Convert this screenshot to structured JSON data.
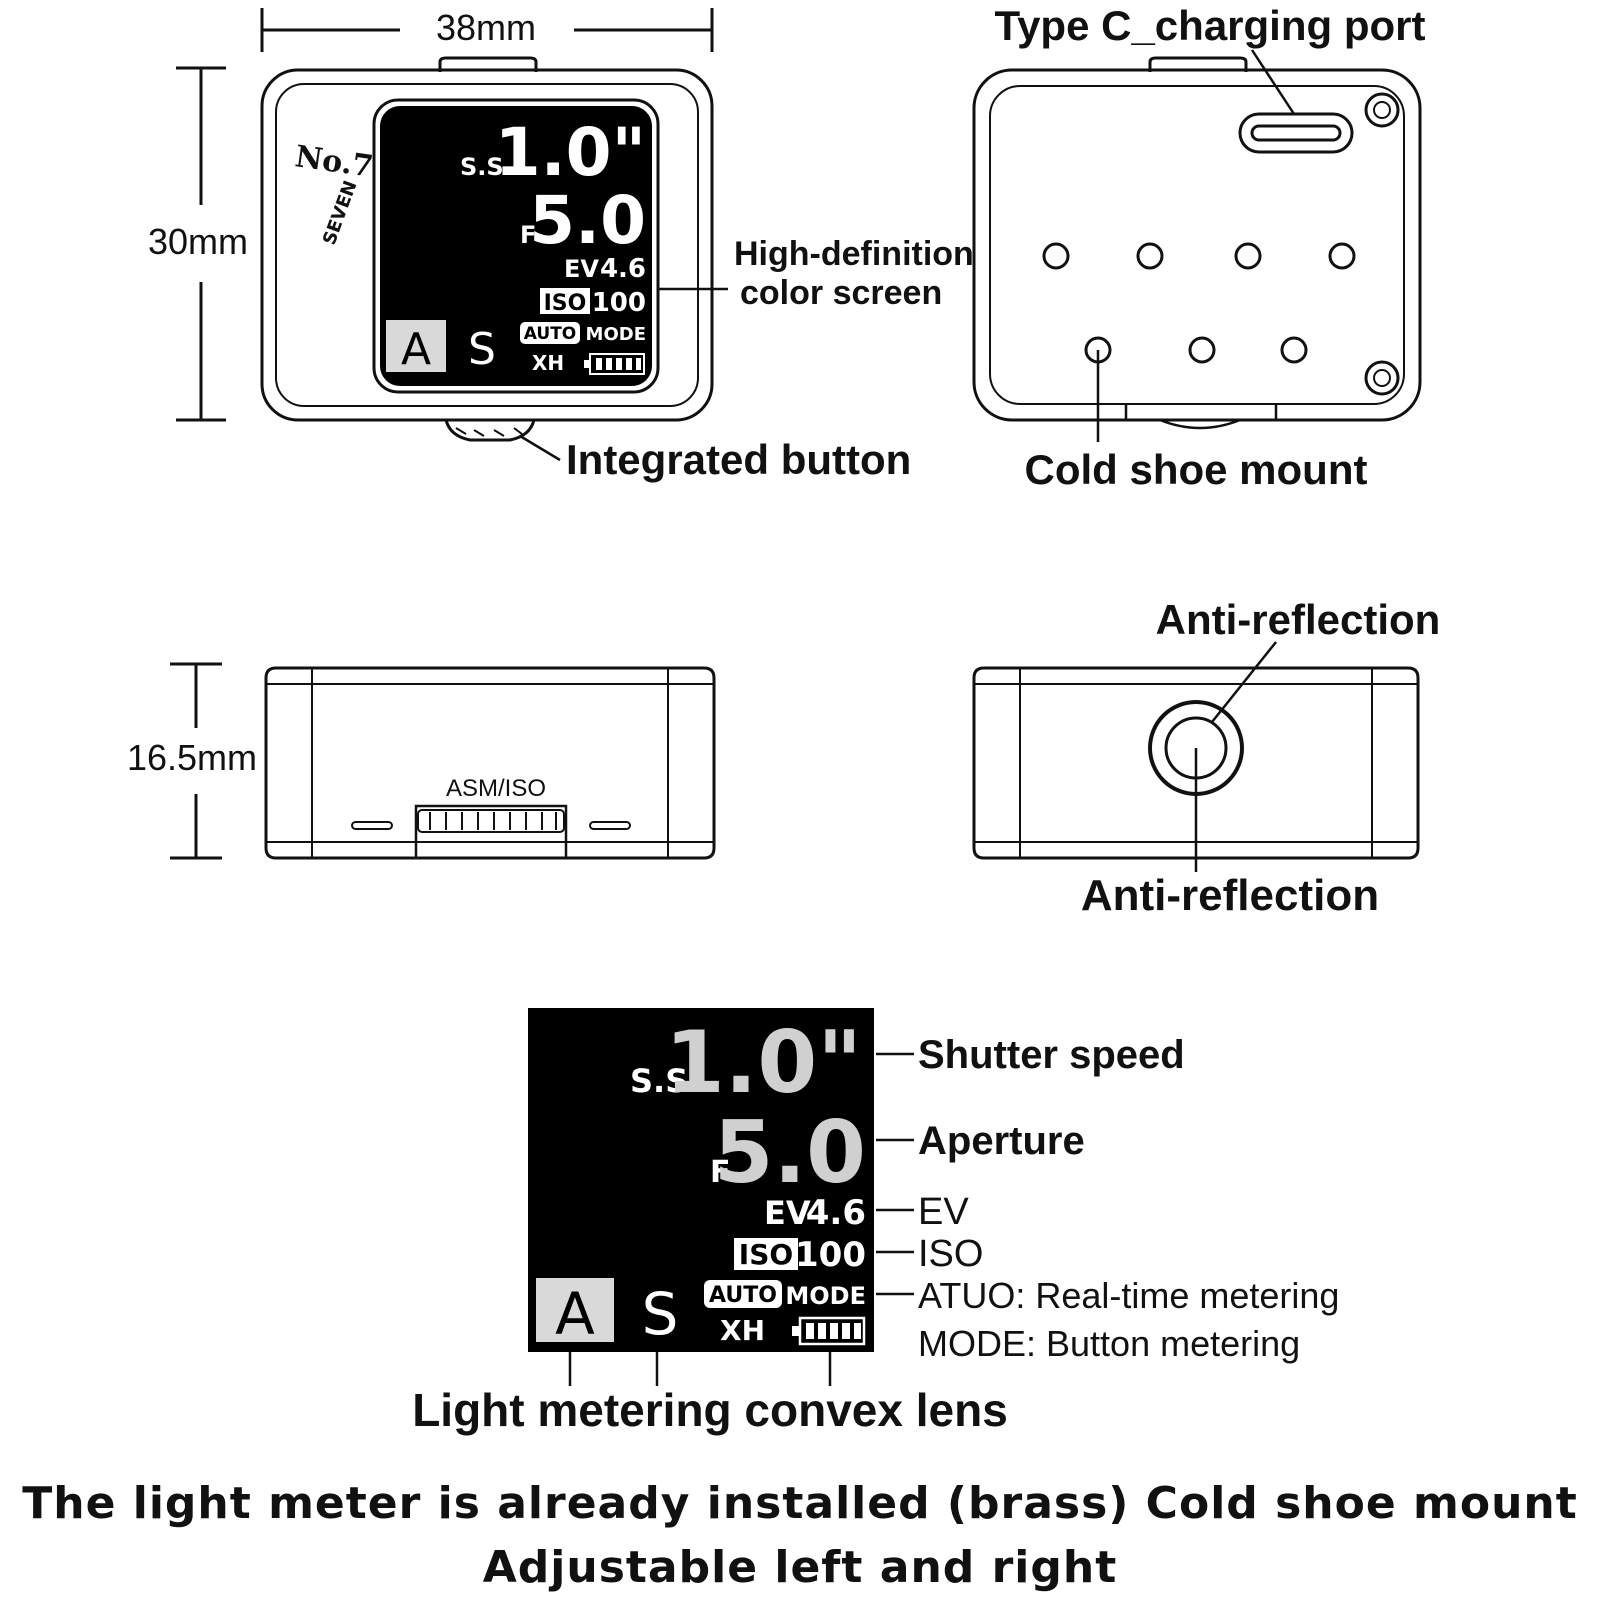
{
  "front_view": {
    "width_dim": "38mm",
    "height_dim": "30mm",
    "logo_text": "No.7",
    "logo_sub": "SEVEN",
    "screen_label_line1": "High-definition",
    "screen_label_line2": "color screen",
    "button_label": "Integrated button"
  },
  "back_view": {
    "port_label": "Type C_charging port",
    "mount_label": "Cold shoe mount"
  },
  "side_view": {
    "depth_dim": "16.5mm",
    "dial_label": "ASM/ISO"
  },
  "top_view": {
    "label_top": "Anti-reflection",
    "label_bottom": "Anti-reflection"
  },
  "screen": {
    "ss_prefix": "S.S.",
    "ss_value": "1.0\"",
    "f_prefix": "F",
    "f_value": "5.0",
    "ev_prefix": "EV",
    "ev_value": "4.6",
    "iso_prefix": "ISO",
    "iso_value": "100",
    "mode_a": "A",
    "mode_s": "S",
    "auto_badge": "AUTO",
    "mode_text": "MODE",
    "xh_text": "XH"
  },
  "screen_legend": {
    "shutter": "Shutter speed",
    "aperture": "Aperture",
    "ev": "EV",
    "iso": "ISO",
    "auto_desc": "ATUO: Real-time metering",
    "mode_desc": "MODE: Button metering",
    "lens": "Light metering convex lens"
  },
  "caption": {
    "line1": "The light meter is already installed (brass) Cold shoe mount",
    "line2": "Adjustable left and right"
  }
}
